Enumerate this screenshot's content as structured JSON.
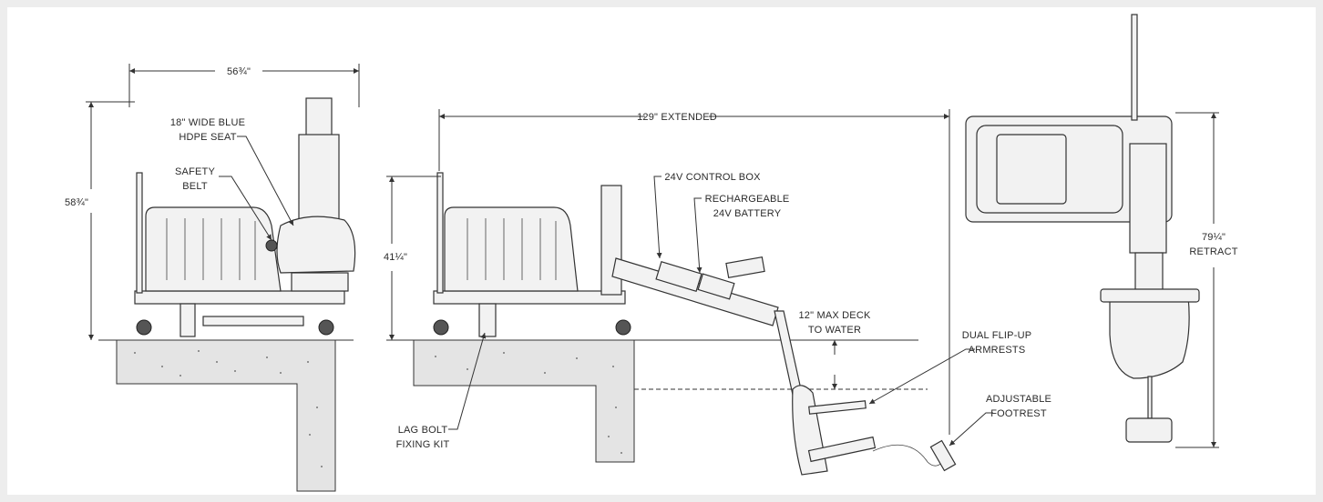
{
  "dimensions": {
    "width_top": "56¾\"",
    "height_left": "58¾\"",
    "height_mid": "41¼\"",
    "extended": "129\" EXTENDED",
    "retract_value": "79¼\"",
    "retract_label": "RETRACT"
  },
  "callouts": {
    "seat_line1": "18\" WIDE BLUE",
    "seat_line2": "HDPE SEAT",
    "belt_line1": "SAFETY",
    "belt_line2": "BELT",
    "control_box": "24V CONTROL BOX",
    "battery_line1": "RECHARGEABLE",
    "battery_line2": "24V BATTERY",
    "deck_line1": "12\" MAX DECK",
    "deck_line2": "TO WATER",
    "armrests_line1": "DUAL FLIP-UP",
    "armrests_line2": "ARMRESTS",
    "footrest_line1": "ADJUSTABLE",
    "footrest_line2": "FOOTREST",
    "lag_line1": "LAG BOLT",
    "lag_line2": "FIXING KIT"
  },
  "colors": {
    "background": "#ededed",
    "sheet": "#ffffff",
    "line": "#333333",
    "concrete": "#e4e4e4"
  }
}
